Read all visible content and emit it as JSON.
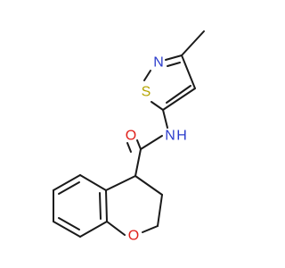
{
  "molecule": {
    "atoms": [
      {
        "id": "S1",
        "label": "S",
        "color": "#b5a400"
      },
      {
        "id": "N1",
        "label": "N",
        "color": "#2b3ccc"
      },
      {
        "id": "N2",
        "label": "N",
        "label_suffix": "H",
        "color": "#2b3ccc"
      },
      {
        "id": "O1",
        "label": "O",
        "color": "#e0201b"
      },
      {
        "id": "O2",
        "label": "O",
        "color": "#e0201b"
      }
    ],
    "bond_color": "#1a1a1a"
  }
}
